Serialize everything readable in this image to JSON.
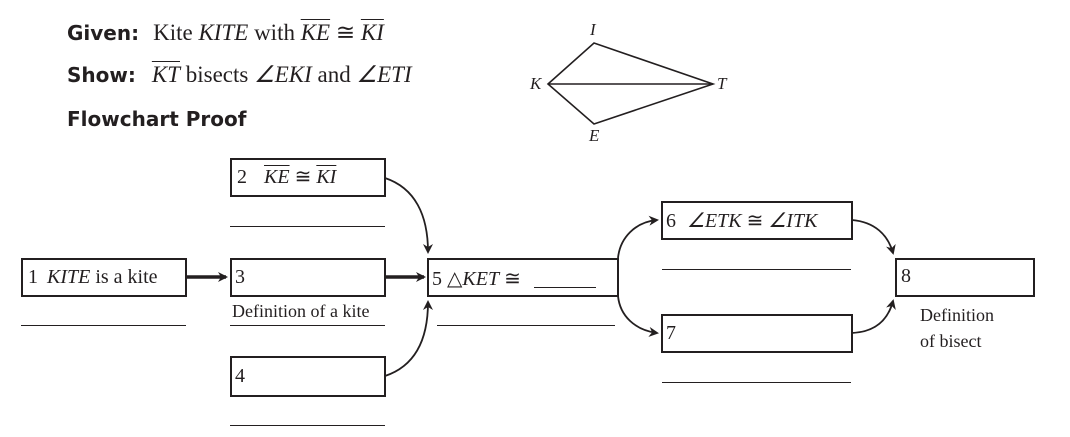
{
  "header": {
    "given_label": "Given:",
    "given_text_prefix": "Kite ",
    "given_kite_name": "KITE",
    "given_with": " with ",
    "given_seg1": "KE",
    "given_congruent": " ≅ ",
    "given_seg2": "KI",
    "show_label": "Show:",
    "show_seg": "KT",
    "show_bisects": " bisects ",
    "show_angle1": "∠EKI",
    "show_and": " and ",
    "show_angle2": "∠ETI",
    "section_title": "Flowchart Proof"
  },
  "figure": {
    "vertex_labels": {
      "I": "I",
      "K": "K",
      "T": "T",
      "E": "E"
    }
  },
  "proof": {
    "step1": {
      "number": "1",
      "statement_italic": "KITE",
      "statement_rest": " is a kite",
      "reason": ""
    },
    "step2": {
      "number": "2",
      "seg1": "KE",
      "congruent": " ≅ ",
      "seg2": "KI",
      "reason": ""
    },
    "step3": {
      "number": "3",
      "statement": "",
      "reason": "Definition of a kite"
    },
    "step4": {
      "number": "4",
      "statement": "",
      "reason": ""
    },
    "step5": {
      "number": "5",
      "triangle": "△",
      "statement_italic": "KET",
      "congruent": " ≅ ",
      "blank": "",
      "reason": ""
    },
    "step6": {
      "number": "6",
      "angle1": "∠ETK",
      "congruent": " ≅ ",
      "angle2": "∠ITK",
      "reason": ""
    },
    "step7": {
      "number": "7",
      "statement": "",
      "reason": ""
    },
    "step8": {
      "number": "8",
      "statement": "",
      "reason_line1": "Definition",
      "reason_line2": "of bisect"
    }
  }
}
